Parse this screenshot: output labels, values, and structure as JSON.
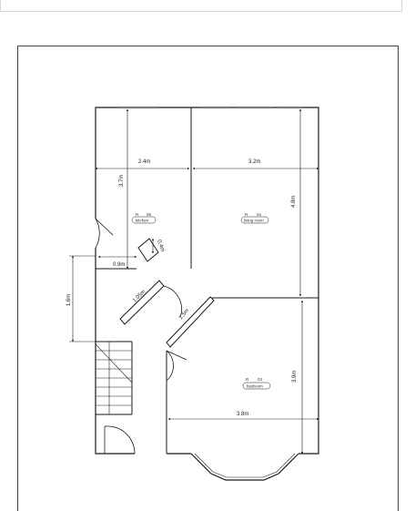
{
  "plan": {
    "rooms": [
      {
        "id": "kitchen",
        "label": "kitchen",
        "code": "R",
        "number": "05"
      },
      {
        "id": "living",
        "label": "living room",
        "code": "R",
        "number": "04"
      },
      {
        "id": "bedroom",
        "label": "bedroom",
        "code": "R",
        "number": "03"
      }
    ],
    "dimensions": {
      "kitchen_width": "2.4m",
      "living_width": "3.2m",
      "kitchen_depth": "3.7m",
      "living_depth": "4.8m",
      "alcove_depth": "0.4m",
      "hall_width": "0.9m",
      "stair_span": "1.6m",
      "passage_1": "1.05m",
      "passage_2": "1.5m",
      "bedroom_depth": "3.9m",
      "bedroom_width": "3.8m"
    }
  },
  "colors": {
    "line": "#1a1a1a",
    "window": "#7a7a7a"
  }
}
